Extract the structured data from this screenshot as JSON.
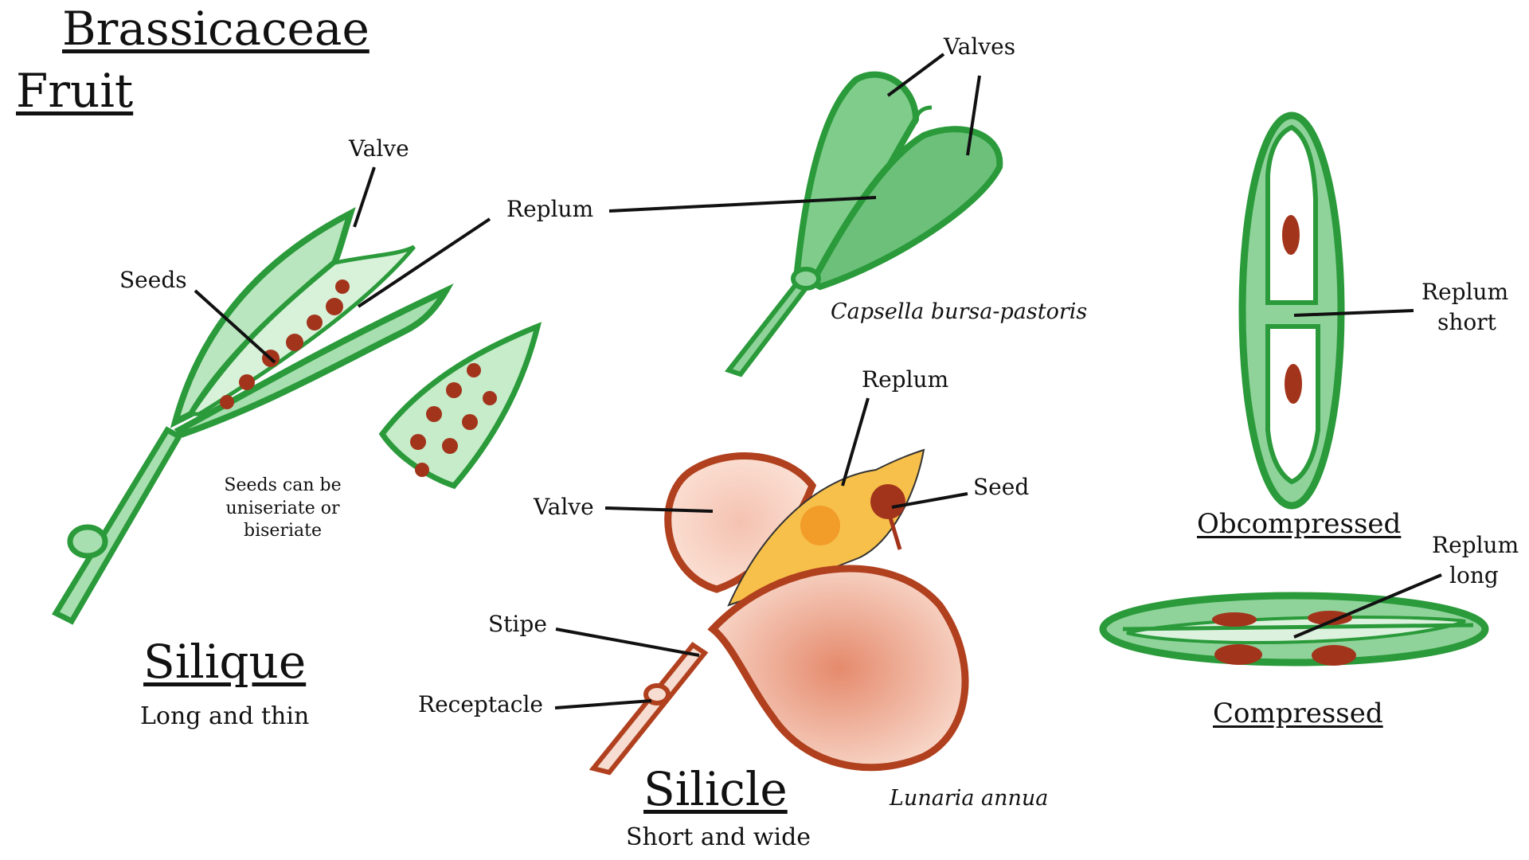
{
  "title_line1": "Brassicaceae",
  "title_line2": "Fruit",
  "silique": {
    "valve": "Valve",
    "replum": "Replum",
    "seeds": "Seeds",
    "seeds_note": "Seeds can be uniseriate or biseriate",
    "name": "Silique",
    "desc": "Long and thin"
  },
  "capsella": {
    "valves": "Valves",
    "species": "Capsella bursa-pastoris"
  },
  "silicle": {
    "replum": "Replum",
    "valve": "Valve",
    "seed": "Seed",
    "stipe": "Stipe",
    "receptacle": "Receptacle",
    "name": "Silicle",
    "desc": "Short and wide",
    "species": "Lunaria annua"
  },
  "obcompressed": {
    "replum_line1": "Replum",
    "replum_line2": "short",
    "name": "Obcompressed"
  },
  "compressed": {
    "replum_line1": "Replum",
    "replum_line2": "long",
    "name": "Compressed"
  },
  "colors": {
    "green_stroke": "#2a9a3a",
    "green_fill": "#8fd39a",
    "seed_red": "#a3341c",
    "silicle_stroke": "#b0401e",
    "silicle_pink": "#f2b3a0",
    "replum_orange": "#f7c04a"
  }
}
